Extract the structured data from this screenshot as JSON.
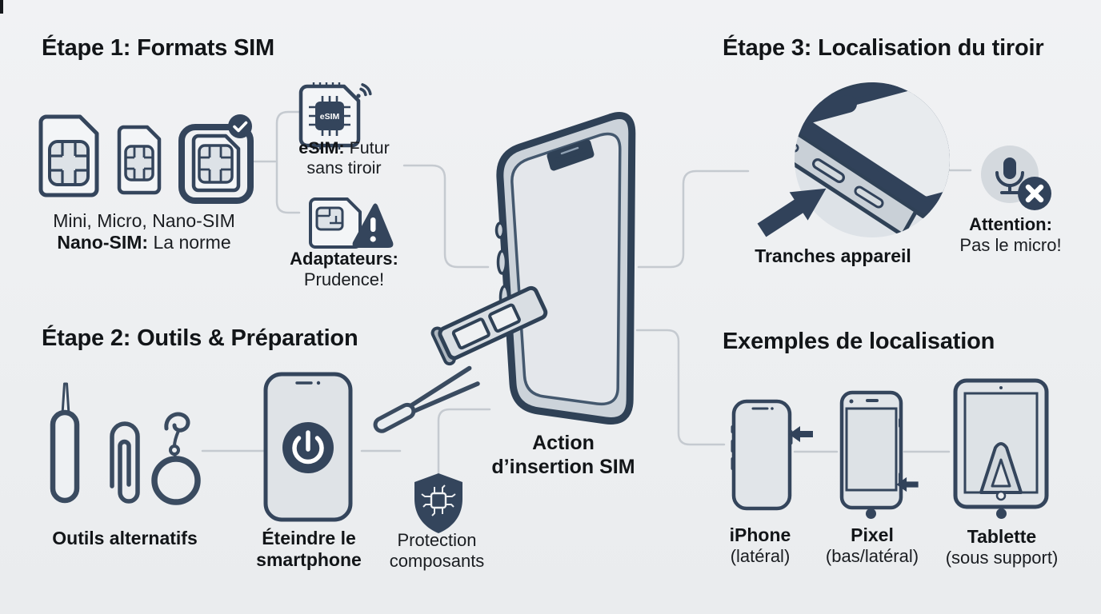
{
  "palette": {
    "background": "#eef0f2",
    "ink": "#34455c",
    "ink_dark": "#2f4156",
    "fill_light": "#e1e5e9",
    "connector": "#c5cad0",
    "text": "#16191d"
  },
  "step1": {
    "title": "Étape 1: Formats SIM",
    "sim_caption_line1": "Mini, Micro, Nano-SIM",
    "sim_caption_line2_bold": "Nano-SIM:",
    "sim_caption_line2_rest": " La norme",
    "esim_chip_label": "eSIM",
    "esim_caption_bold": "eSIM:",
    "esim_caption_rest": " Futur",
    "esim_caption_line2": "sans tiroir",
    "adapter_caption_bold": "Adaptateurs:",
    "adapter_caption_line2": "Prudence!"
  },
  "step2": {
    "title": "Étape 2: Outils & Préparation",
    "tools_caption": "Outils alternatifs",
    "power_caption_line1": "Éteindre le",
    "power_caption_line2": "smartphone",
    "shield_caption_line1": "Protection",
    "shield_caption_line2": "composants"
  },
  "center": {
    "caption_line1": "Action",
    "caption_line2": "d’insertion SIM"
  },
  "step3": {
    "title": "Étape 3: Localisation du tiroir",
    "edge_caption": "Tranches appareil",
    "mic_caption_bold": "Attention:",
    "mic_caption_line2": "Pas le micro!"
  },
  "examples": {
    "title": "Exemples de localisation",
    "devices": [
      {
        "name": "iPhone",
        "detail": "(latéral)"
      },
      {
        "name": "Pixel",
        "detail": "(bas/latéral)"
      },
      {
        "name": "Tablette",
        "detail": "(sous support)"
      }
    ]
  }
}
